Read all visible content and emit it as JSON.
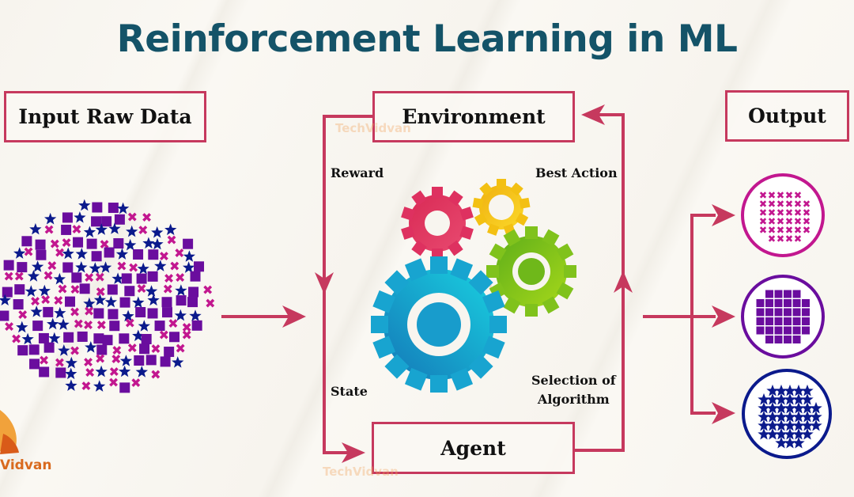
{
  "title": "Reinforcement Learning in ML",
  "boxes": {
    "input": "Input Raw Data",
    "environment": "Environment",
    "agent": "Agent",
    "output": "Output"
  },
  "labels": {
    "reward": "Reward",
    "best_action": "Best Action",
    "state": "State",
    "selection_line1": "Selection of",
    "selection_line2": "Algorithm"
  },
  "watermark": "TechVidvan",
  "logo": "Vidvan",
  "colors": {
    "title": "#145368",
    "border_arrow": "#c6395e",
    "magenta": "#c2178f",
    "purple": "#6a0d9e",
    "navy": "#0b1a8c",
    "gear_red": "#e0305e",
    "gear_yellow": "#f4c20d",
    "gear_green": "#7cc21c",
    "gear_blue": "#1aa5cf"
  },
  "outputs": [
    {
      "name": "cross-cluster",
      "shape": "cross",
      "color": "#c2178f"
    },
    {
      "name": "square-cluster",
      "shape": "square",
      "color": "#6a0d9e"
    },
    {
      "name": "star-cluster",
      "shape": "star",
      "color": "#0b1a8c"
    }
  ]
}
